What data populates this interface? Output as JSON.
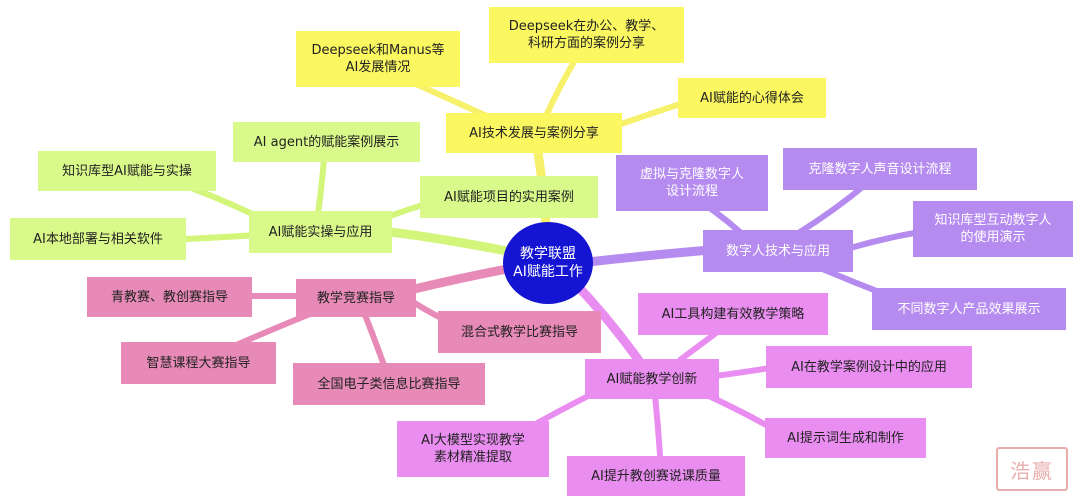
{
  "colors": {
    "center": "#1414d2",
    "yellow": "#fbf760",
    "green": "#d9f98a",
    "purple": "#b58bf0",
    "pink": "#e78ab7",
    "magenta": "#ea8df0"
  },
  "mindmap": {
    "center": "教学联盟\nAI赋能工作",
    "tech": {
      "label": "AI技术发展与案例分享",
      "children": [
        "Deepseek和Manus等\nAI发展情况",
        "Deepseek在办公、教学、\n科研方面的案例分享",
        "AI赋能的心得体会"
      ]
    },
    "practice": {
      "label": "AI赋能实操与应用",
      "children": [
        "AI agent的赋能案例展示",
        "知识库型AI赋能与实操",
        "AI本地部署与相关软件",
        "AI赋能项目的实用案例"
      ]
    },
    "digital": {
      "label": "数字人技术与应用",
      "children": [
        "虚拟与克隆数字人\n设计流程",
        "克隆数字人声音设计流程",
        "知识库型互动数字人\n的使用演示",
        "不同数字人产品效果展示"
      ]
    },
    "contest": {
      "label": "教学竞赛指导",
      "children": [
        "青教赛、教创赛指导",
        "智慧课程大赛指导",
        "全国电子类信息比赛指导",
        "混合式教学比赛指导"
      ]
    },
    "innovation": {
      "label": "AI赋能教学创新",
      "children": [
        "AI工具构建有效教学策略",
        "AI在教学案例设计中的应用",
        "AI提示词生成和制作",
        "AI提升教创赛说课质量",
        "AI大模型实现教学\n素材精准提取"
      ]
    }
  },
  "watermark": "浩赢"
}
